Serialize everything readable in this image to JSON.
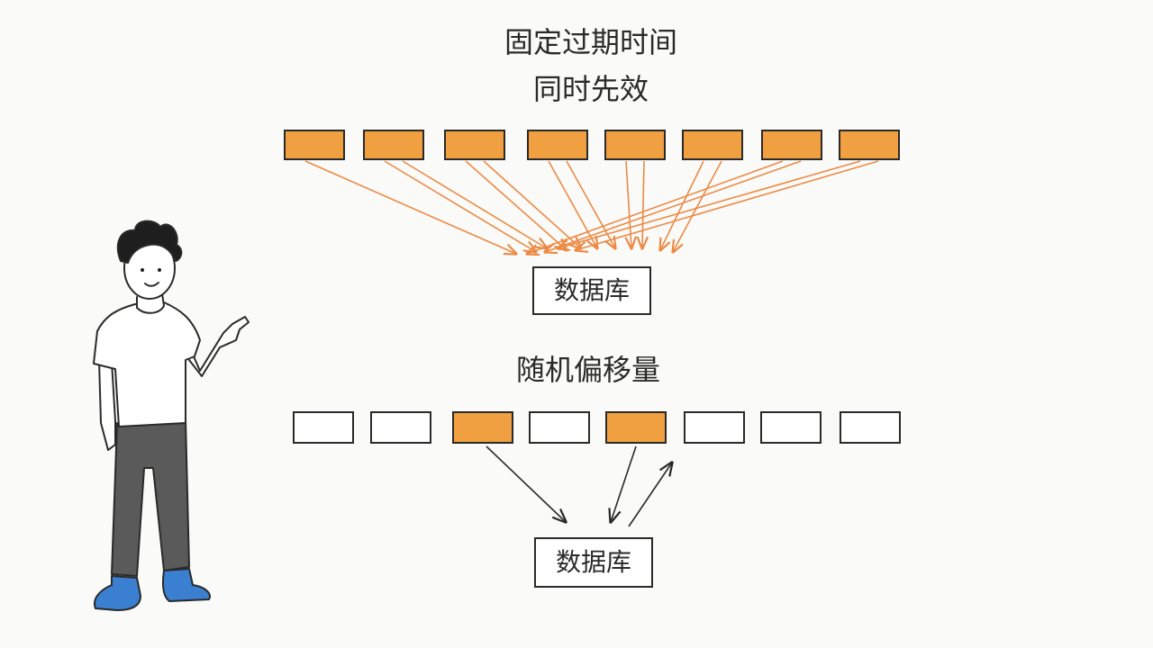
{
  "fixed_section": {
    "title_line1": "固定过期时间",
    "title_line2": "同时先效",
    "cells": [
      {
        "filled": true
      },
      {
        "filled": true
      },
      {
        "filled": true
      },
      {
        "filled": true
      },
      {
        "filled": true
      },
      {
        "filled": true
      },
      {
        "filled": true
      },
      {
        "filled": true
      }
    ],
    "database_label": "数据库"
  },
  "random_section": {
    "title": "随机偏移量",
    "cells": [
      {
        "filled": false
      },
      {
        "filled": false
      },
      {
        "filled": true
      },
      {
        "filled": false
      },
      {
        "filled": true
      },
      {
        "filled": false
      },
      {
        "filled": false
      },
      {
        "filled": false
      }
    ],
    "database_label": "数据库"
  },
  "colors": {
    "accent_orange": "#f0a040",
    "arrow_orange": "#ec8a45",
    "ink": "#2a2a2a",
    "pants": "#555555",
    "shoes": "#3a7fd0"
  }
}
